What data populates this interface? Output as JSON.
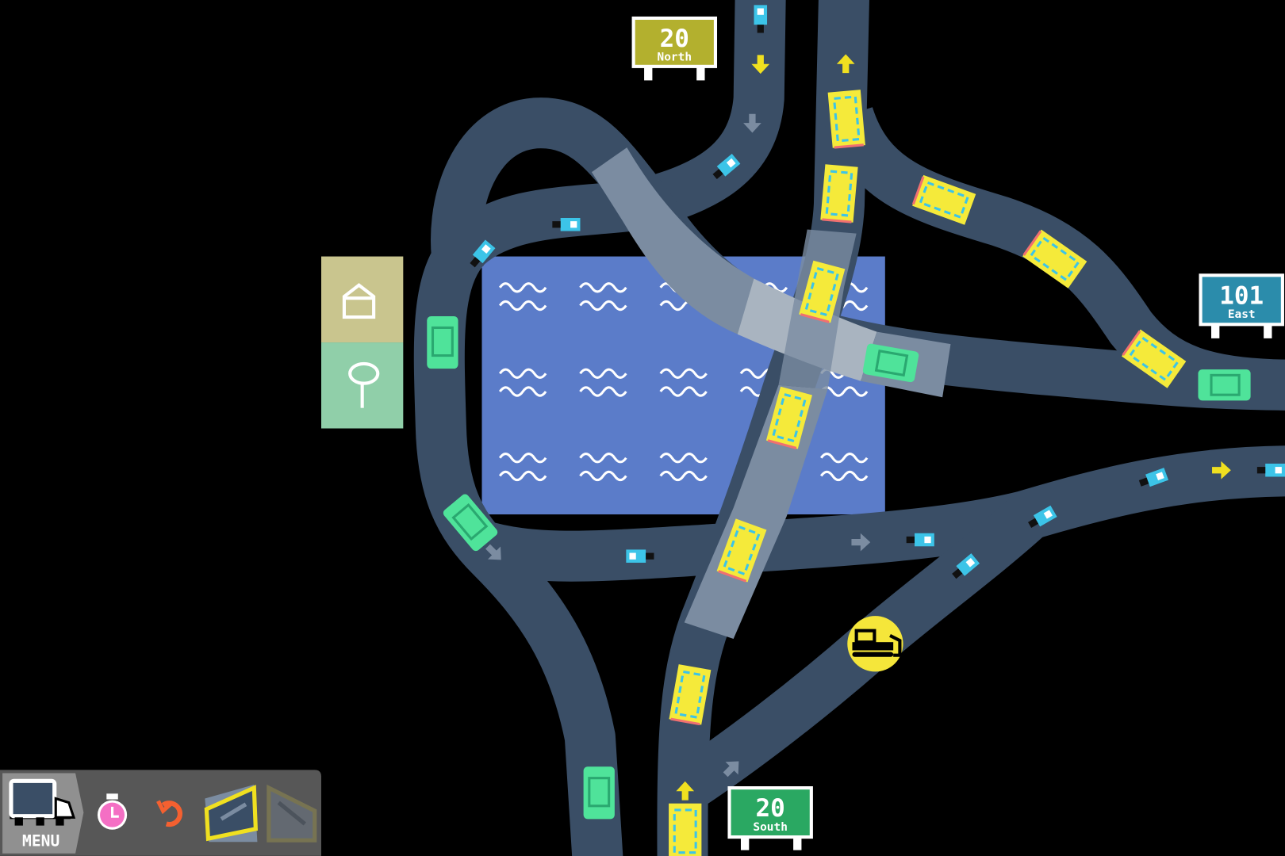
{
  "signs": {
    "north": {
      "number": "20",
      "direction": "North",
      "color": "#b3b02e"
    },
    "east": {
      "number": "101",
      "direction": "East",
      "color": "#2b8cab"
    },
    "south": {
      "number": "20",
      "direction": "South",
      "color": "#2aa862"
    }
  },
  "toolbar": {
    "menu_label": "MENU",
    "icons": [
      "truck-icon",
      "stopwatch-icon",
      "undo-icon",
      "bridge-up-icon",
      "bridge-down-icon"
    ]
  },
  "palette": {
    "items": [
      "house-icon",
      "tree-icon"
    ],
    "house_color": "#c9c58e",
    "tree_color": "#90cfa9"
  },
  "colors": {
    "road": "#3a4e66",
    "water": "#5b7cc9",
    "bridge": "#7b8ca1",
    "bus": "#f5ea3a",
    "car": "#4fe39a",
    "bike": "#3cc4e8",
    "arrow": "#f0e020"
  }
}
